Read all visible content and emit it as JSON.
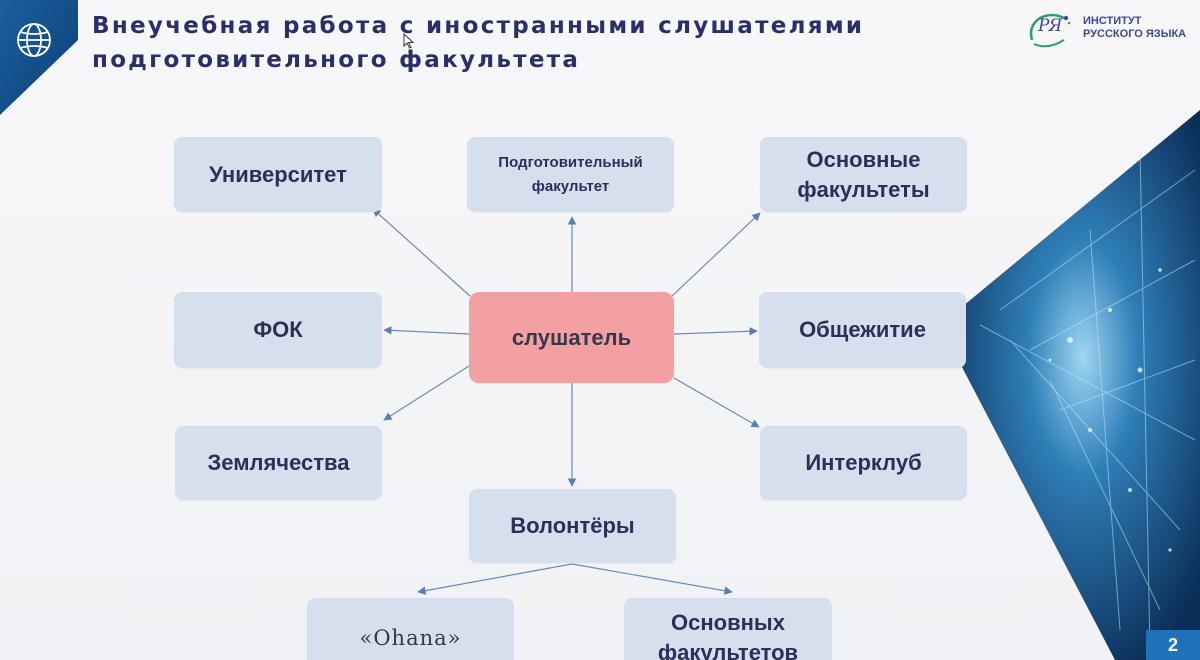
{
  "title": {
    "line1": "Внеучебная работа с иностранными слушателями",
    "line2": "подготовительного факультета"
  },
  "logo": {
    "mark": "РЯ",
    "line1": "ИНСТИТУТ",
    "line2": "РУССКОГО ЯЗЫКА"
  },
  "diagram": {
    "center": "слушатель",
    "universitet": "Университет",
    "podgot_line1": "Подготовительный",
    "podgot_line2": "факультет",
    "osnovnye_line1": "Основные",
    "osnovnye_line2": "факультеты",
    "fok": "ФОК",
    "obshchezhitie": "Общежитие",
    "zemlyachestva": "Землячества",
    "interklub": "Интерклуб",
    "volontery": "Волонтёры",
    "ohana": "«Ohana»",
    "osnovnyh_line1": "Основных",
    "osnovnyh_line2": "факультетов"
  },
  "page_number": "2",
  "colors": {
    "title": "#2a2f6a",
    "node": "#d6dfee",
    "center_node": "#f2a0a2",
    "arrow": "#5a7fb0",
    "accent": "#1e72b8"
  },
  "icons": {
    "corner": "globe-icon",
    "cursor": "mouse-cursor-icon"
  }
}
